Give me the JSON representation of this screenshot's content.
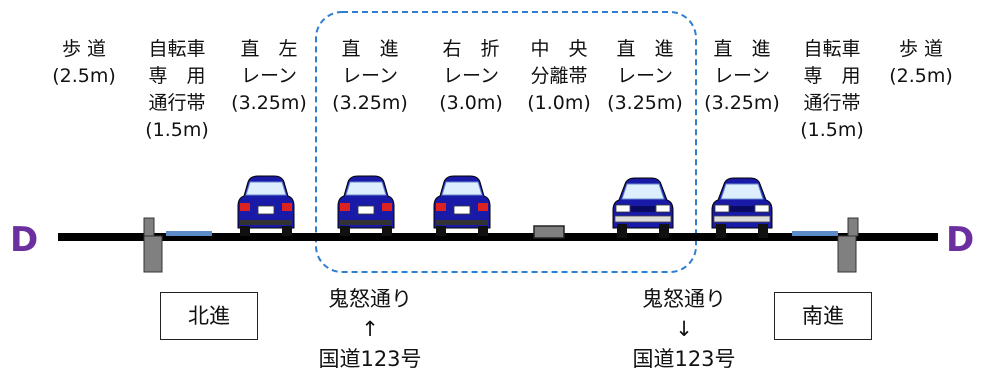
{
  "lanes": [
    {
      "id": "sidewalk-left",
      "lines": [
        "歩 道",
        "(2.5m)"
      ]
    },
    {
      "id": "bike-left",
      "lines": [
        "自転車",
        "専　用",
        "通行帯",
        "(1.5m)"
      ]
    },
    {
      "id": "straight-left-1",
      "lines": [
        "直　左",
        "レーン",
        "(3.25m)"
      ]
    },
    {
      "id": "straight-1",
      "lines": [
        "直　進",
        "レーン",
        "(3.25m)"
      ]
    },
    {
      "id": "right-turn",
      "lines": [
        "右　折",
        "レーン",
        "(3.0m)"
      ]
    },
    {
      "id": "median",
      "lines": [
        "中　央",
        "分離帯",
        "(1.0m)"
      ]
    },
    {
      "id": "straight-2",
      "lines": [
        "直　進",
        "レーン",
        "(3.25m)"
      ]
    },
    {
      "id": "straight-3",
      "lines": [
        "直　進",
        "レーン",
        "(3.25m)"
      ]
    },
    {
      "id": "bike-right",
      "lines": [
        "自転車",
        "専　用",
        "通行帯",
        "(1.5m)"
      ]
    },
    {
      "id": "sidewalk-right",
      "lines": [
        "歩 道",
        "(2.5m)"
      ]
    }
  ],
  "end_markers": {
    "left": "D",
    "right": "D"
  },
  "direction_boxes": {
    "north": "北進",
    "south": "南進"
  },
  "routes": {
    "left": {
      "name": "鬼怒通り",
      "arrow": "↑",
      "road": "国道123号"
    },
    "right": {
      "name": "鬼怒通り",
      "arrow": "↓",
      "road": "国道123号"
    }
  },
  "colors": {
    "car_body": "#1a1aa8",
    "highlight_border": "#2f7fd0",
    "bike_lane": "#5b8cc8",
    "pole": "#808080",
    "marker": "#6b2fa0"
  }
}
